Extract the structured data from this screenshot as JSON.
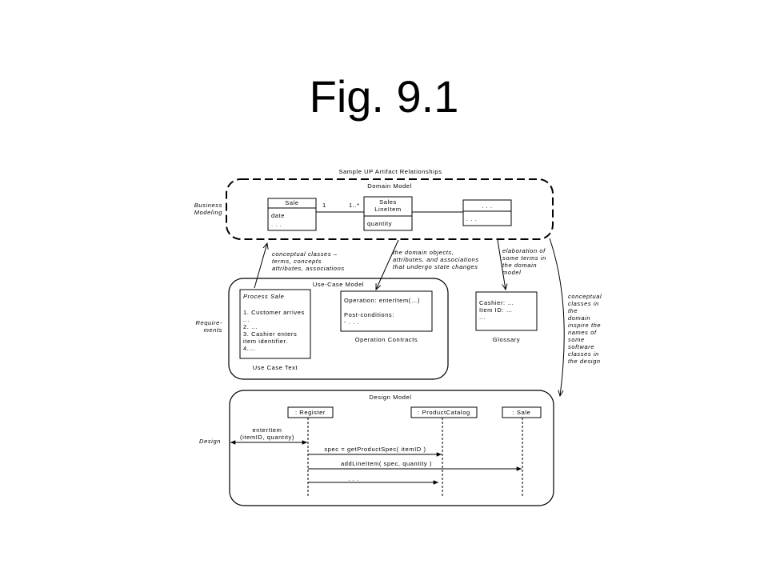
{
  "slide": {
    "title": "Fig. 9.1"
  },
  "diagram": {
    "title": "Sample UP Artifact Relationships",
    "disciplines": {
      "business_line1": "Business",
      "business_line2": "Modeling",
      "req_line1": "Require-",
      "req_line2": "ments",
      "design": "Design"
    },
    "domain_model": {
      "title": "Domain Model",
      "sale": {
        "name": "Sale",
        "attr1": "date",
        "attr2": ". . ."
      },
      "line_item": {
        "name1": "Sales",
        "name2": "LineItem",
        "attr": "quantity"
      },
      "other": {
        "name": ". . .",
        "attr": ". . ."
      },
      "mult_left": "1",
      "mult_right": "1..*"
    },
    "notes": {
      "conceptual_1": "conceptual classes –",
      "conceptual_2": "terms, concepts",
      "conceptual_3": "attributes, associations",
      "domain_obj_1": "the domain objects,",
      "domain_obj_2": "attributes, and associations",
      "domain_obj_3": "that undergo state changes",
      "elab_1": "elaboration of",
      "elab_2": "some terms in",
      "elab_3": "the domain",
      "elab_4": "model",
      "insp_1": "conceptual",
      "insp_2": "classes in",
      "insp_3": "the",
      "insp_4": "domain",
      "insp_5": "inspire the",
      "insp_6": "names of",
      "insp_7": "some",
      "insp_8": "software",
      "insp_9": "classes in",
      "insp_10": "the design"
    },
    "use_case_model": {
      "title": "Use-Case Model",
      "use_case": {
        "title": "Process Sale",
        "step1": "1. Customer arrives",
        "step1b": "...",
        "step2": "2. ...",
        "step3": "3. Cashier enters",
        "step3b": "item identifier.",
        "step4": "4...."
      },
      "use_case_caption": "Use Case Text",
      "contract": {
        "line1": "Operation: enterItem(…)",
        "line2": "Post-conditions:",
        "line3": "- . . ."
      },
      "contract_caption": "Operation Contracts",
      "glossary": {
        "line1": "Cashier: …",
        "line2": "Item ID: …",
        "line3": "..."
      },
      "glossary_caption": "Glossary"
    },
    "design_model": {
      "title": "Design Model",
      "lifeline_register": ": Register",
      "lifeline_catalog": ": ProductCatalog",
      "lifeline_sale": ": Sale",
      "msg_enter_1": "enterItem",
      "msg_enter_2": "(itemID, quantity)",
      "msg_spec": "spec = getProductSpec( itemID )",
      "msg_add": "addLineItem( spec, quantity )",
      "msg_more": ". . ."
    }
  }
}
